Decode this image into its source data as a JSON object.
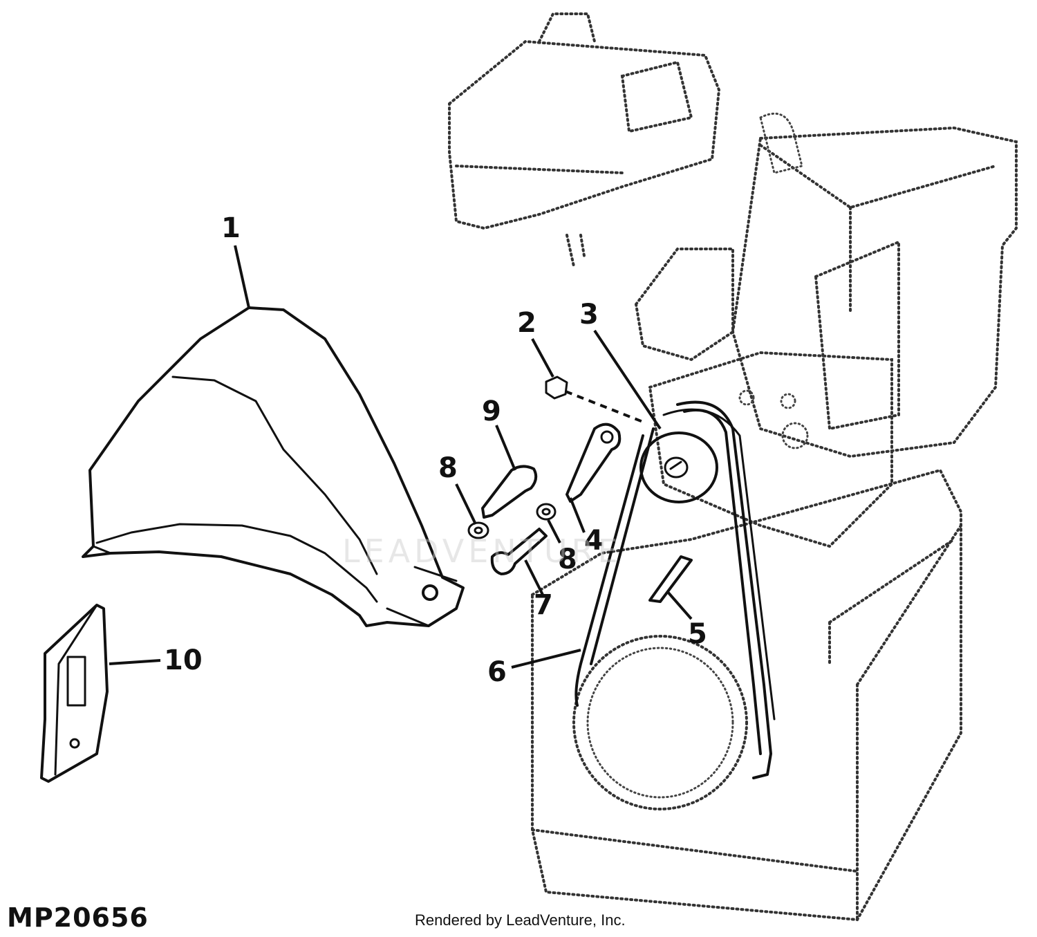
{
  "diagram": {
    "id_label": "MP20656",
    "credit": "Rendered by LeadVenture, Inc.",
    "watermark": "LEADVENTURE",
    "callouts": [
      "1",
      "2",
      "3",
      "4",
      "5",
      "6",
      "7",
      "8",
      "8",
      "9",
      "10"
    ]
  },
  "colors": {
    "ink": "#111111",
    "background": "#ffffff"
  }
}
